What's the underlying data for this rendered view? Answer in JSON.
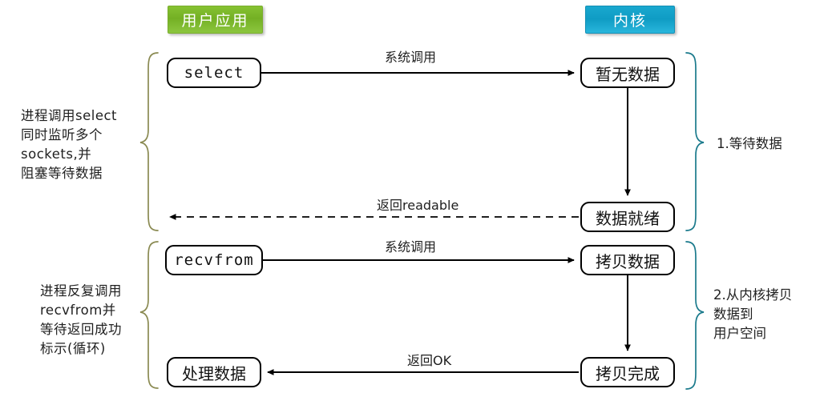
{
  "diagram": {
    "title": "IO multiplexing (select) flow",
    "type": "sequence-flow",
    "colors": {
      "user_pill": "#8cc63f",
      "kernel_pill": "#19a8cf",
      "left_brace": "#8a8a52",
      "right_brace": "#1b7a8c",
      "node_border": "#000000",
      "text": "#1f1f1f"
    }
  },
  "headers": {
    "user": "用户应用",
    "kernel": "内核"
  },
  "nodes": {
    "select": "select",
    "recvfrom": "recvfrom",
    "process_data": "处理数据",
    "no_data": "暂无数据",
    "data_ready": "数据就绪",
    "copy_data": "拷贝数据",
    "copy_done": "拷贝完成"
  },
  "edge_labels": {
    "syscall_top": "系统调用",
    "return_readable": "返回readable",
    "syscall_bottom": "系统调用",
    "return_ok": "返回OK"
  },
  "annotations": {
    "left_top": "进程调用select\n同时监听多个\nsockets,并\n阻塞等待数据",
    "left_bottom": "进程反复调用\nrecvfrom并\n等待返回成功\n标示(循环)",
    "right_top": "1.等待数据",
    "right_bottom": "2.从内核拷贝\n  数据到\n  用户空间"
  }
}
